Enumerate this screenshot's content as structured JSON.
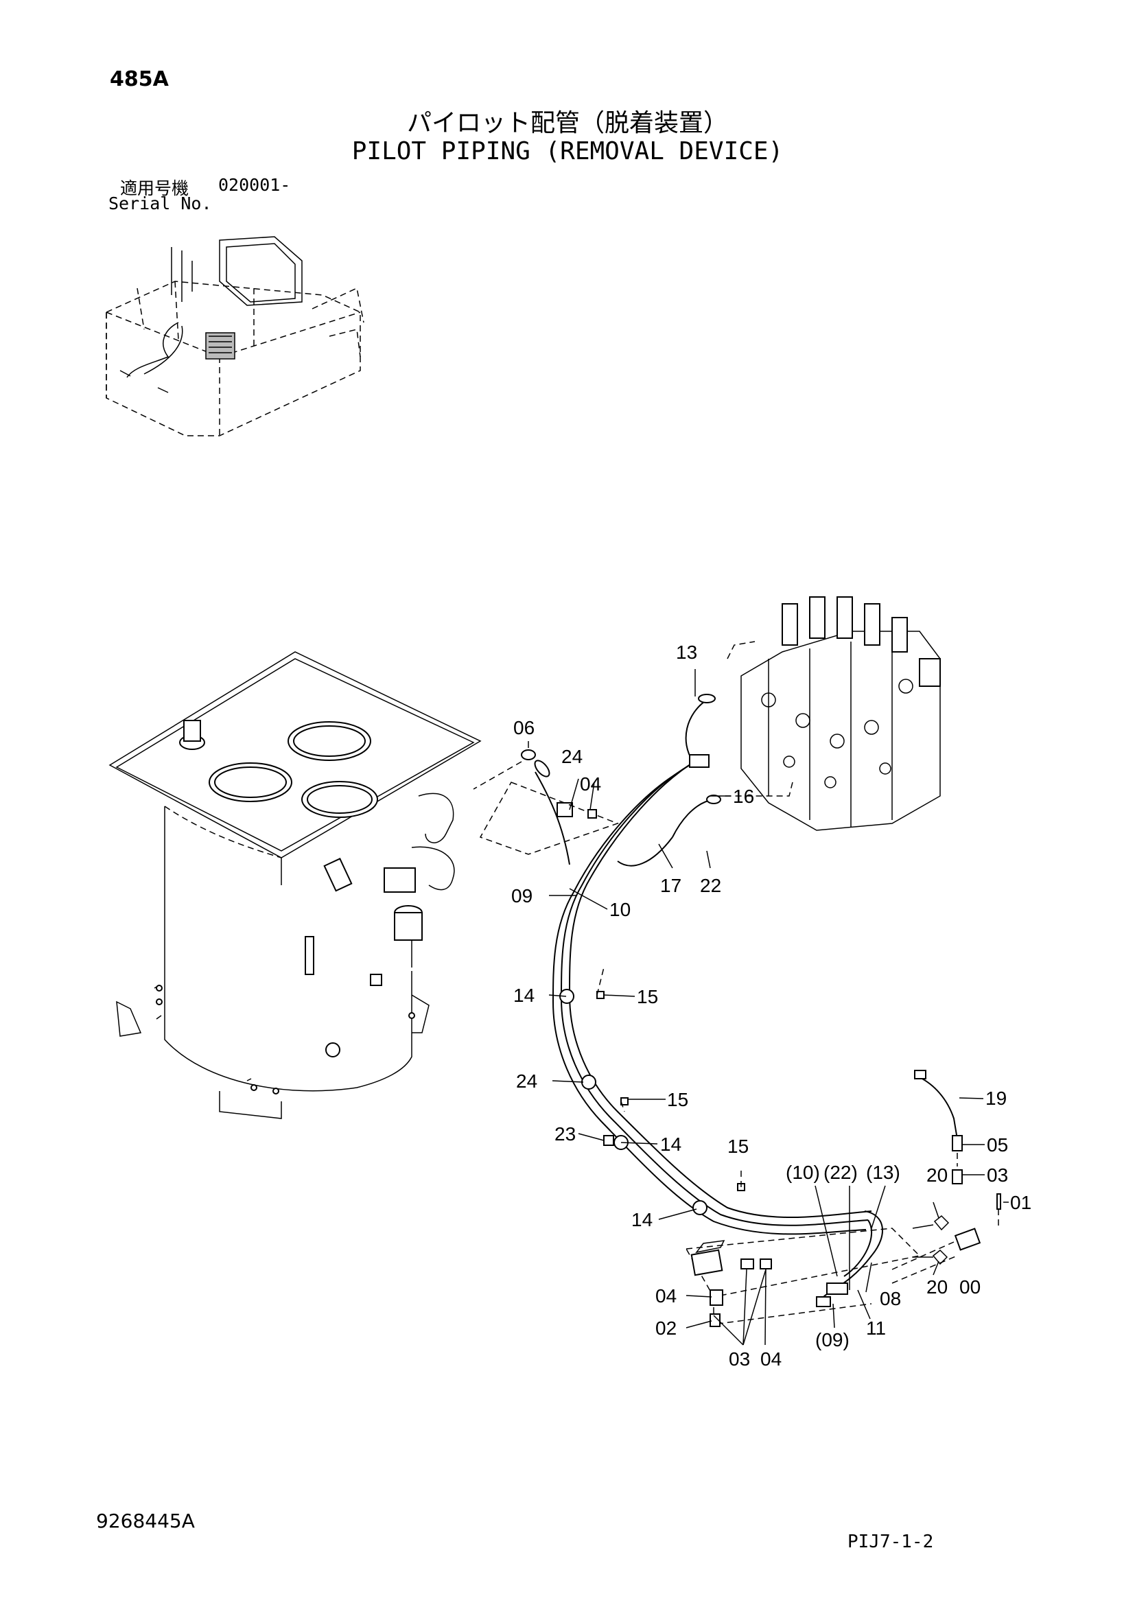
{
  "header": {
    "page_number": "485A",
    "title_jp": "パイロット配管（脱着装置）",
    "title_en": "PILOT PIPING (REMOVAL DEVICE)",
    "serial_label_jp": "適用号機",
    "serial_value": "020001-",
    "serial_label_en": "Serial No."
  },
  "callouts": [
    {
      "id": "c13",
      "text": "13"
    },
    {
      "id": "c06",
      "text": "06"
    },
    {
      "id": "c24a",
      "text": "24"
    },
    {
      "id": "c04a",
      "text": "04"
    },
    {
      "id": "c16",
      "text": "16"
    },
    {
      "id": "c09",
      "text": "09"
    },
    {
      "id": "c10",
      "text": "10"
    },
    {
      "id": "c17",
      "text": "17"
    },
    {
      "id": "c22",
      "text": "22"
    },
    {
      "id": "c14a",
      "text": "14"
    },
    {
      "id": "c15a",
      "text": "15"
    },
    {
      "id": "c24b",
      "text": "24"
    },
    {
      "id": "c15b",
      "text": "15"
    },
    {
      "id": "c19",
      "text": "19"
    },
    {
      "id": "c23",
      "text": "23"
    },
    {
      "id": "c14b",
      "text": "14"
    },
    {
      "id": "c15c",
      "text": "15"
    },
    {
      "id": "c05",
      "text": "05"
    },
    {
      "id": "c10p",
      "text": "(10)"
    },
    {
      "id": "c22p",
      "text": "(22)"
    },
    {
      "id": "c13p",
      "text": "(13)"
    },
    {
      "id": "c20a",
      "text": "20"
    },
    {
      "id": "c03a",
      "text": "03"
    },
    {
      "id": "c01",
      "text": "01"
    },
    {
      "id": "c14c",
      "text": "14"
    },
    {
      "id": "c08",
      "text": "08"
    },
    {
      "id": "c20b",
      "text": "20"
    },
    {
      "id": "c00",
      "text": "00"
    },
    {
      "id": "c04b",
      "text": "04"
    },
    {
      "id": "c11",
      "text": "11"
    },
    {
      "id": "c02",
      "text": "02"
    },
    {
      "id": "c09p",
      "text": "(09)"
    },
    {
      "id": "c03b",
      "text": "03"
    },
    {
      "id": "c04c",
      "text": "04"
    }
  ],
  "footer": {
    "doc_number": "9268445A",
    "sheet_ref": "PIJ7-1-2"
  }
}
